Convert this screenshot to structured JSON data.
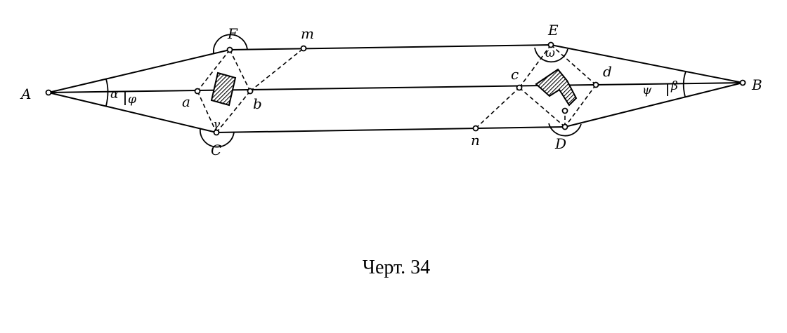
{
  "figure": {
    "caption": "Черт. 34",
    "points": {
      "A": "A",
      "B": "B",
      "F": "F",
      "E": "E",
      "C": "C",
      "D": "D",
      "m": "m",
      "n": "n",
      "a": "a",
      "b": "b",
      "c": "c",
      "d": "d"
    },
    "angles": {
      "alpha": "α",
      "phi": "φ",
      "gamma": "γ",
      "omega": "ω",
      "beta": "β",
      "psi": "ψ"
    }
  }
}
